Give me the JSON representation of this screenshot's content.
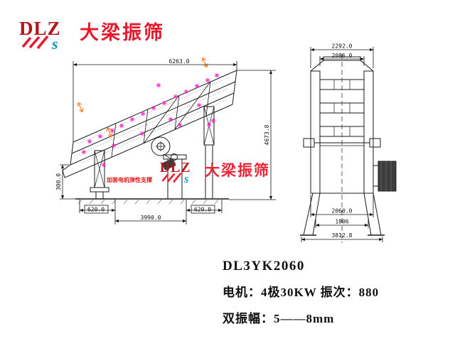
{
  "brand": {
    "dlz": "DLZ",
    "s": "s",
    "name": "大梁振筛"
  },
  "watermark": {
    "dlz": "DLZ",
    "s": "s",
    "name": "大梁振筛"
  },
  "side_view": {
    "dim_top": "6263.0",
    "dim_right": "4673.8",
    "dim_left": "300.0",
    "dim_bottom_left": "620.0",
    "dim_bottom_mid": "3990.0",
    "dim_bottom_right": "620.0",
    "note": "加装电机弹性支撑"
  },
  "end_view": {
    "dim_top_outer": "2292.0",
    "dim_top_inner": "2086.0",
    "dim_bottom_inner": "2060.0",
    "dim_bottom_mid": "1806",
    "dim_bottom_outer": "3812.8"
  },
  "specs": {
    "model": "DL3YK2060",
    "motor_line": "电机：4极30KW 振次：880",
    "amplitude_line": "双振幅：5——8mm"
  },
  "colors": {
    "brand_red": "#e8192c",
    "logo_maroon": "#b5121b",
    "logo_teal": "#0a9bb5",
    "hatch_magenta": "#ff29c8",
    "arrow_orange": "#ff7f27",
    "line_black": "#1a1a1a"
  }
}
